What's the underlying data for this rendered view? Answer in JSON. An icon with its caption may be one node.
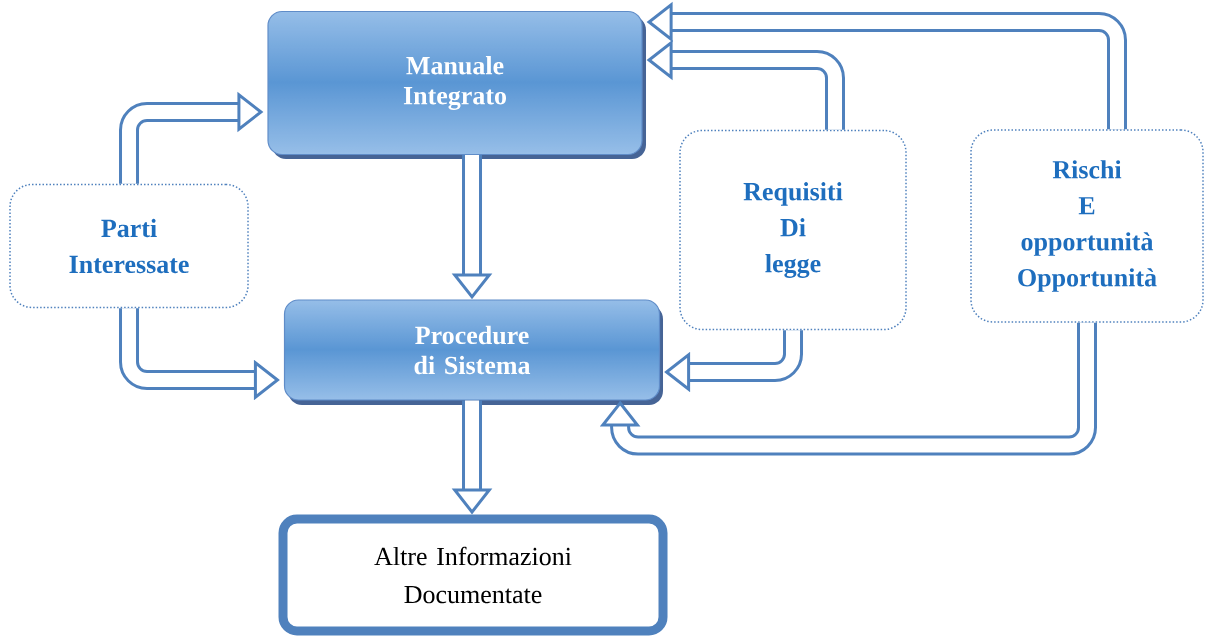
{
  "diagram": {
    "nodes": [
      {
        "text": [
          "Manuale Integrato"
        ]
      },
      {
        "text": [
          "Parti Interessate"
        ]
      },
      {
        "text": [
          "Requisiti Di legge"
        ]
      },
      {
        "text": [
          "Rischi E opportunità Opportunità"
        ]
      },
      {
        "text": [
          "Procedure di Sistema"
        ]
      },
      {
        "text": [
          "Altre Informazioni Documentate"
        ]
      }
    ],
    "edges": [
      {
        "from": 1,
        "to": 0,
        "arrow": "to"
      },
      {
        "from": 1,
        "to": 4,
        "arrow": "to"
      },
      {
        "from": 0,
        "to": 4,
        "arrow": "to"
      },
      {
        "from": 4,
        "to": 5,
        "arrow": "to"
      },
      {
        "from": 2,
        "to": 0,
        "arrow": "to"
      },
      {
        "from": 3,
        "to": 0,
        "arrow": "to"
      },
      {
        "from": 2,
        "to": 4,
        "arrow": "to"
      },
      {
        "from": 3,
        "to": 4,
        "arrow": "to"
      }
    ]
  }
}
